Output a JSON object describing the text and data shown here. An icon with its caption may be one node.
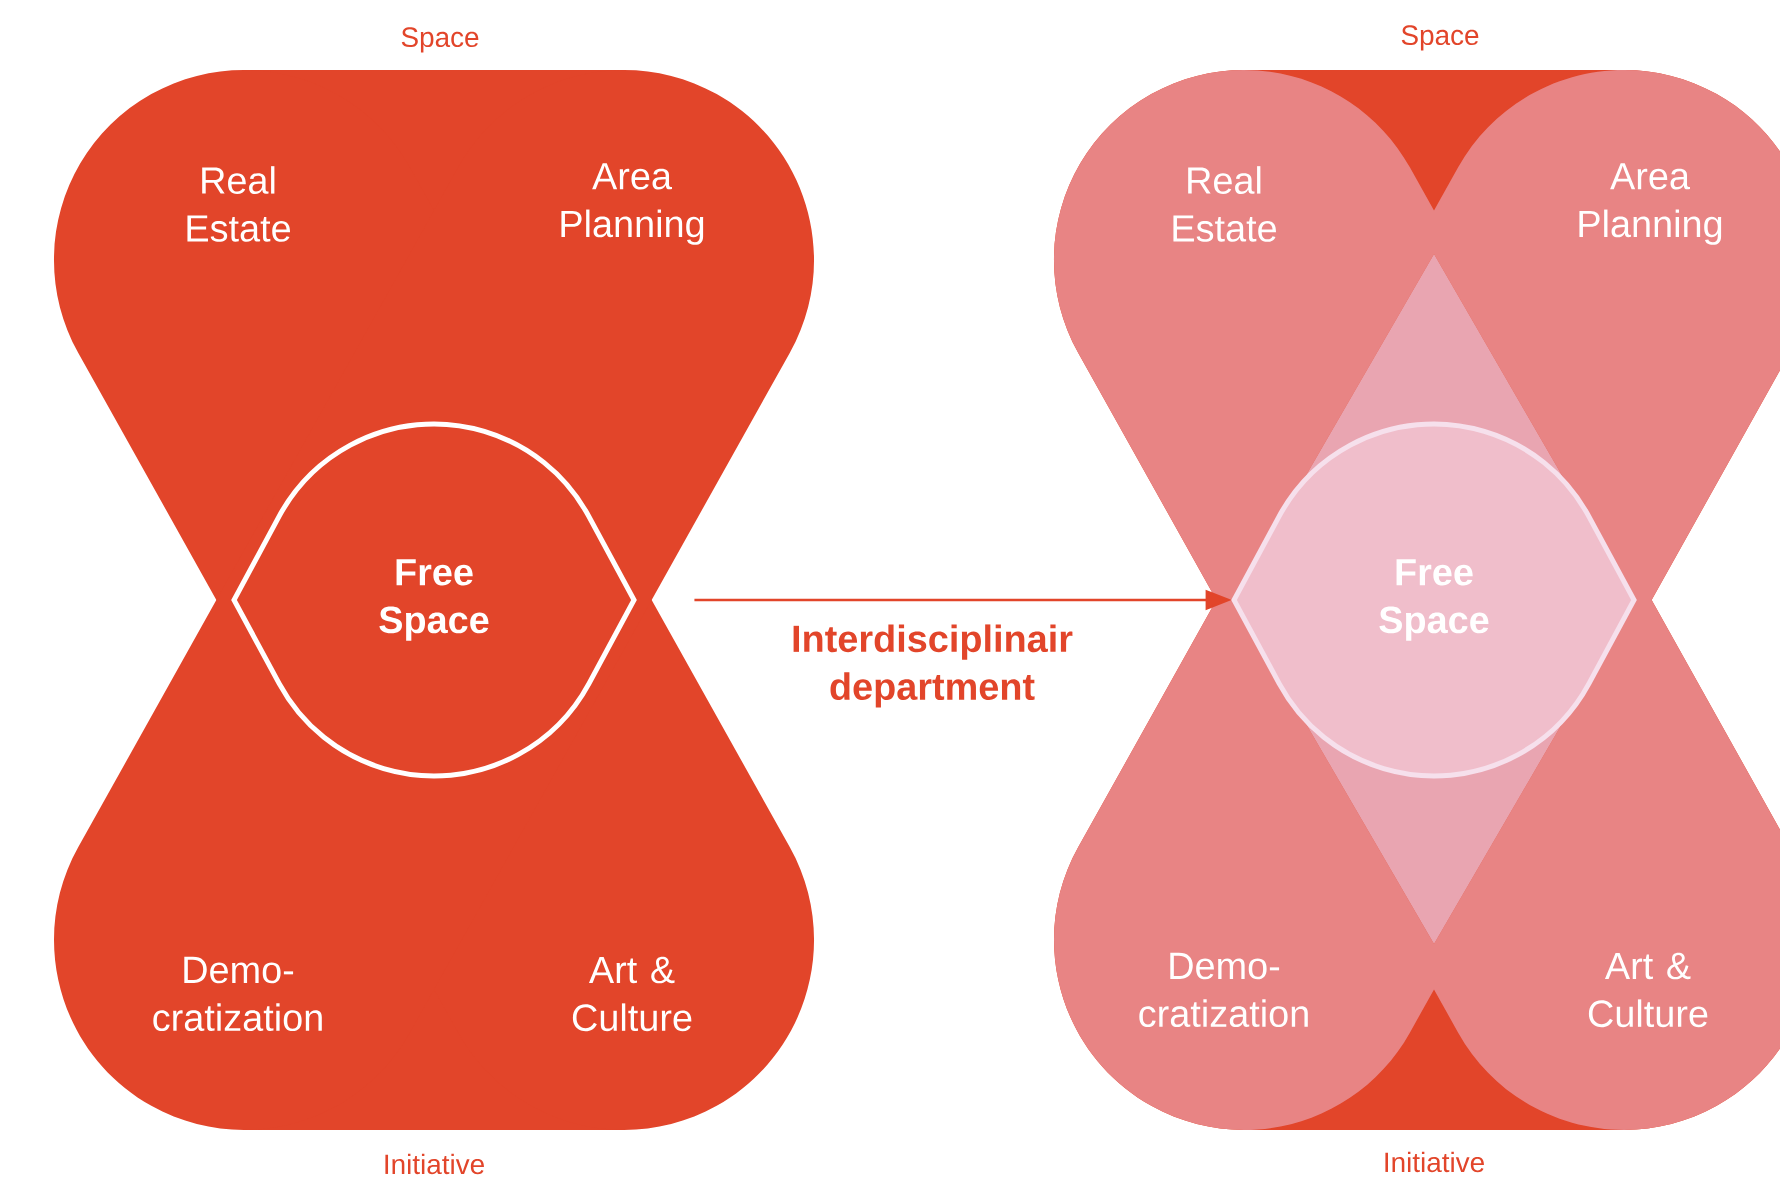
{
  "diagram": {
    "nodes": [
      {
        "text": [],
        "shape": "hourglass"
      },
      {
        "text": [
          "Free Space"
        ],
        "in": 0
      },
      {
        "text": [],
        "shape": "hourglass"
      },
      {
        "text": [
          "Real Estate"
        ],
        "in": 2
      },
      {
        "text": [
          "Area Planning"
        ],
        "in": 2
      },
      {
        "text": [
          "Demo- cratization"
        ],
        "in": 2
      },
      {
        "text": [
          "Art & Culture"
        ],
        "in": 2
      },
      {
        "text": [
          "Free Space"
        ],
        "in": 2
      }
    ],
    "edges": [
      {
        "from": 0,
        "to": 7,
        "arrow": "to",
        "label": "Interdisciplinair department"
      }
    ],
    "labels": [
      "Space",
      "Space",
      "Real Estate",
      "Area Planning",
      "Demo- cratization",
      "Art & Culture",
      "Initiative",
      "Initiative"
    ]
  }
}
